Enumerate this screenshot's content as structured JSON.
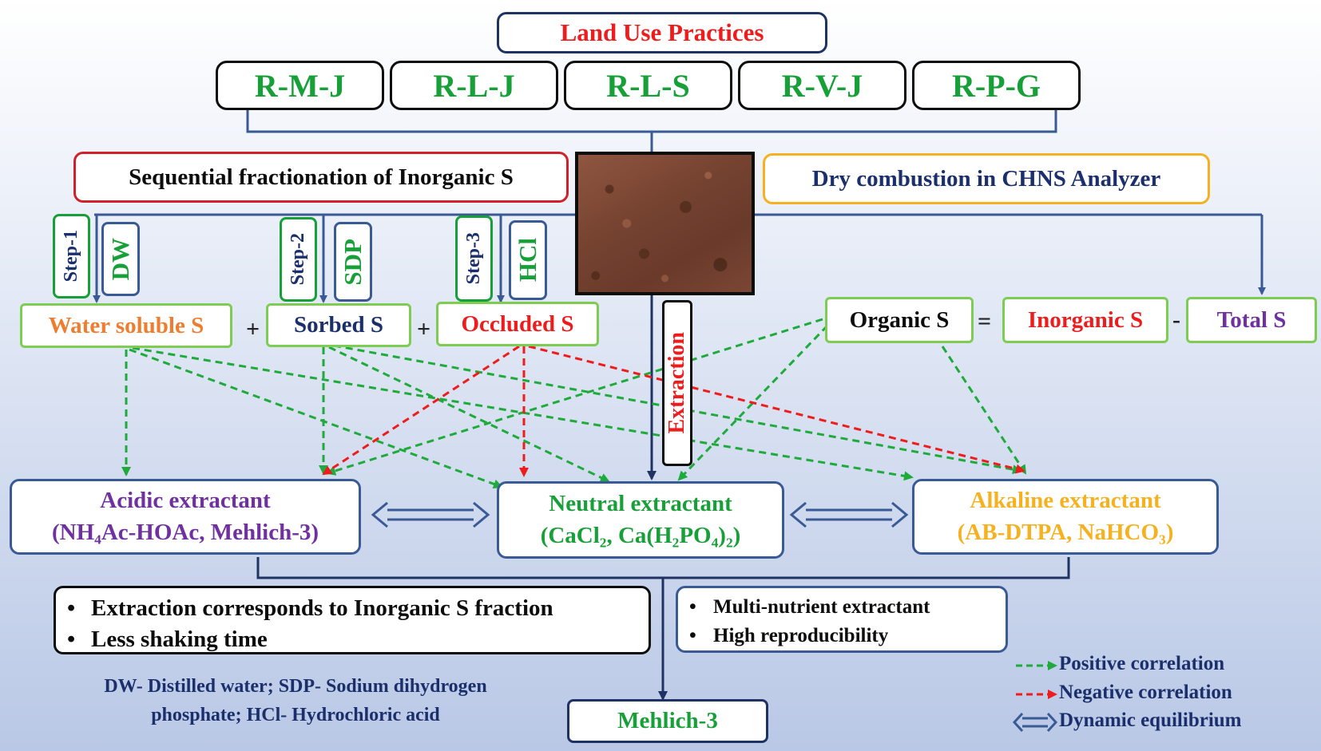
{
  "title": "Land Use Practices",
  "land_uses": [
    "R-M-J",
    "R-L-J",
    "R-L-S",
    "R-V-J",
    "R-P-G"
  ],
  "methods": {
    "sequential": "Sequential fractionation of Inorganic S",
    "dry_combustion": "Dry combustion in CHNS Analyzer",
    "extraction": "Extraction"
  },
  "steps": [
    {
      "step": "Step-1",
      "reagent": "DW"
    },
    {
      "step": "Step-2",
      "reagent": "SDP"
    },
    {
      "step": "Step-3",
      "reagent": "HCl"
    }
  ],
  "fractions": {
    "water_soluble": "Water soluble S",
    "sorbed": "Sorbed S",
    "occluded": "Occluded S",
    "organic": "Organic S",
    "inorganic": "Inorganic S",
    "total": "Total S"
  },
  "operators": {
    "plus": "+",
    "equals": "=",
    "minus": "-"
  },
  "extractants": {
    "acidic": {
      "name": "Acidic extractant",
      "formula": "(NH₄Ac-HOAc, Mehlich-3)"
    },
    "neutral": {
      "name": "Neutral extractant",
      "formula": "(CaCl₂, Ca(H₂PO₄)₂)"
    },
    "alkaline": {
      "name": "Alkaline extractant",
      "formula": "(AB-DTPA, NaHCO₃)"
    }
  },
  "notes_left": [
    "Extraction corresponds to Inorganic S fraction",
    "Less shaking time"
  ],
  "notes_right": [
    "Multi-nutrient extractant",
    "High reproducibility"
  ],
  "abbreviations": [
    "DW- Distilled water; SDP- Sodium dihydrogen",
    "phosphate; HCl- Hydrochloric acid"
  ],
  "result": "Mehlich-3",
  "legend": [
    {
      "label": "Positive correlation",
      "color": "#1faa3c",
      "style": "dashed-arrow"
    },
    {
      "label": "Negative correlation",
      "color": "#ee1c1c",
      "style": "dashed-arrow"
    },
    {
      "label": "Dynamic equilibrium",
      "color": "#3a5a96",
      "style": "double-arrow"
    }
  ],
  "colors": {
    "green_text": "#17a038",
    "red_text": "#ee1c1c",
    "orange_text": "#ef7d2f",
    "purple_text": "#7030a0",
    "yellow_text": "#f5b120",
    "navy_text": "#1a2f6b",
    "blue_line": "#3a5a96",
    "soil": "#764331"
  }
}
